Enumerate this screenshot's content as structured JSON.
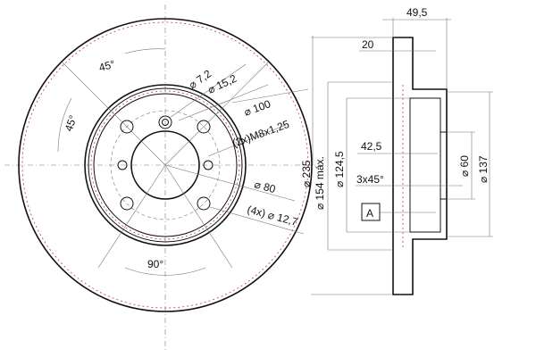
{
  "front_view": {
    "angle_top": "45°",
    "angle_left": "45°",
    "angle_bottom": "90°",
    "hole_dia": "⌀ 7,2",
    "boss_dia": "⌀ 15,2",
    "bolt_circle": "⌀ 100",
    "thread": "(2x)M8x1,25",
    "outer_dia": "⌀ 235",
    "pcd_small": "⌀ 80",
    "bolt_holes": "(4x) ⌀ 12,7"
  },
  "side_view": {
    "total_width": "49,5",
    "disc_thickness": "20",
    "max_dia": "⌀ 154 máx.",
    "dia_124": "⌀ 124,5",
    "depth": "42,5",
    "chamfer": "3x45°",
    "datum": "A",
    "center_dia": "⌀ 60",
    "hub_dia": "⌀ 137"
  },
  "colors": {
    "line": "#111111",
    "accent": "#c0392b"
  }
}
